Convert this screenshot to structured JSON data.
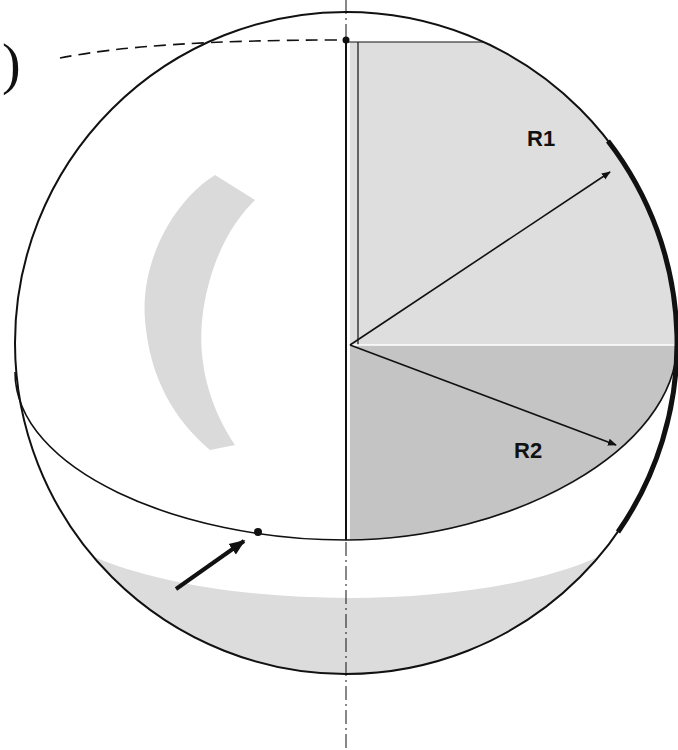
{
  "diagram": {
    "labels": [
      ")",
      "R1",
      "R2"
    ]
  }
}
